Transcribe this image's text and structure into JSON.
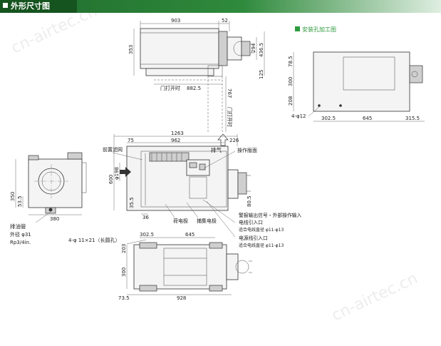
{
  "header": {
    "title": "外形尺寸图"
  },
  "mount": {
    "title": "安装孔加工图",
    "icon": "square-bullet-icon",
    "accent": "#2e9a3e"
  },
  "top_view": {
    "d903": "903",
    "d52": "52",
    "d353": "353",
    "d294": "294",
    "d4365": "436.5",
    "d125": "125",
    "door_open": "门打开时",
    "d8825": "882.5",
    "d767": "767"
  },
  "front_view": {
    "d1263": "1263",
    "d75": "75",
    "d962": "962",
    "d226": "226",
    "exhaust": "排气",
    "pre_filter": "前置滤网",
    "panel": "操作版面",
    "d600": "600",
    "phi198": "φ198",
    "d355": "35.5",
    "d805": "80.5",
    "d36": "36",
    "bag_filter": "荷电极",
    "collector": "捕集电极",
    "alarm": "警报输出信号・外部操作输入",
    "cable_in": "电线引入口",
    "cable_dia": "适合电线直径 φ11-φ13",
    "power_in": "电源线引入口",
    "power_dia": "适合电线直径 φ11-φ13"
  },
  "side_view": {
    "d350": "350",
    "d535": "53.5",
    "d380": "380",
    "drain": "排油管",
    "drain_od": "外径 φ31",
    "drain_rp": "Rp3/4in."
  },
  "bottom_view": {
    "slot": "4-φ 11×21（长圆孔）",
    "d3025": "302.5",
    "d645": "645",
    "d203": "203",
    "d300": "300",
    "d735": "73.5",
    "d928": "928"
  },
  "mount_view": {
    "d785": "78.5",
    "d300": "300",
    "d208": "208",
    "hole": "4-φ12",
    "d3025": "302.5",
    "d645": "645",
    "d3155": "315.5"
  },
  "watermark": "cn-airtec.cn"
}
